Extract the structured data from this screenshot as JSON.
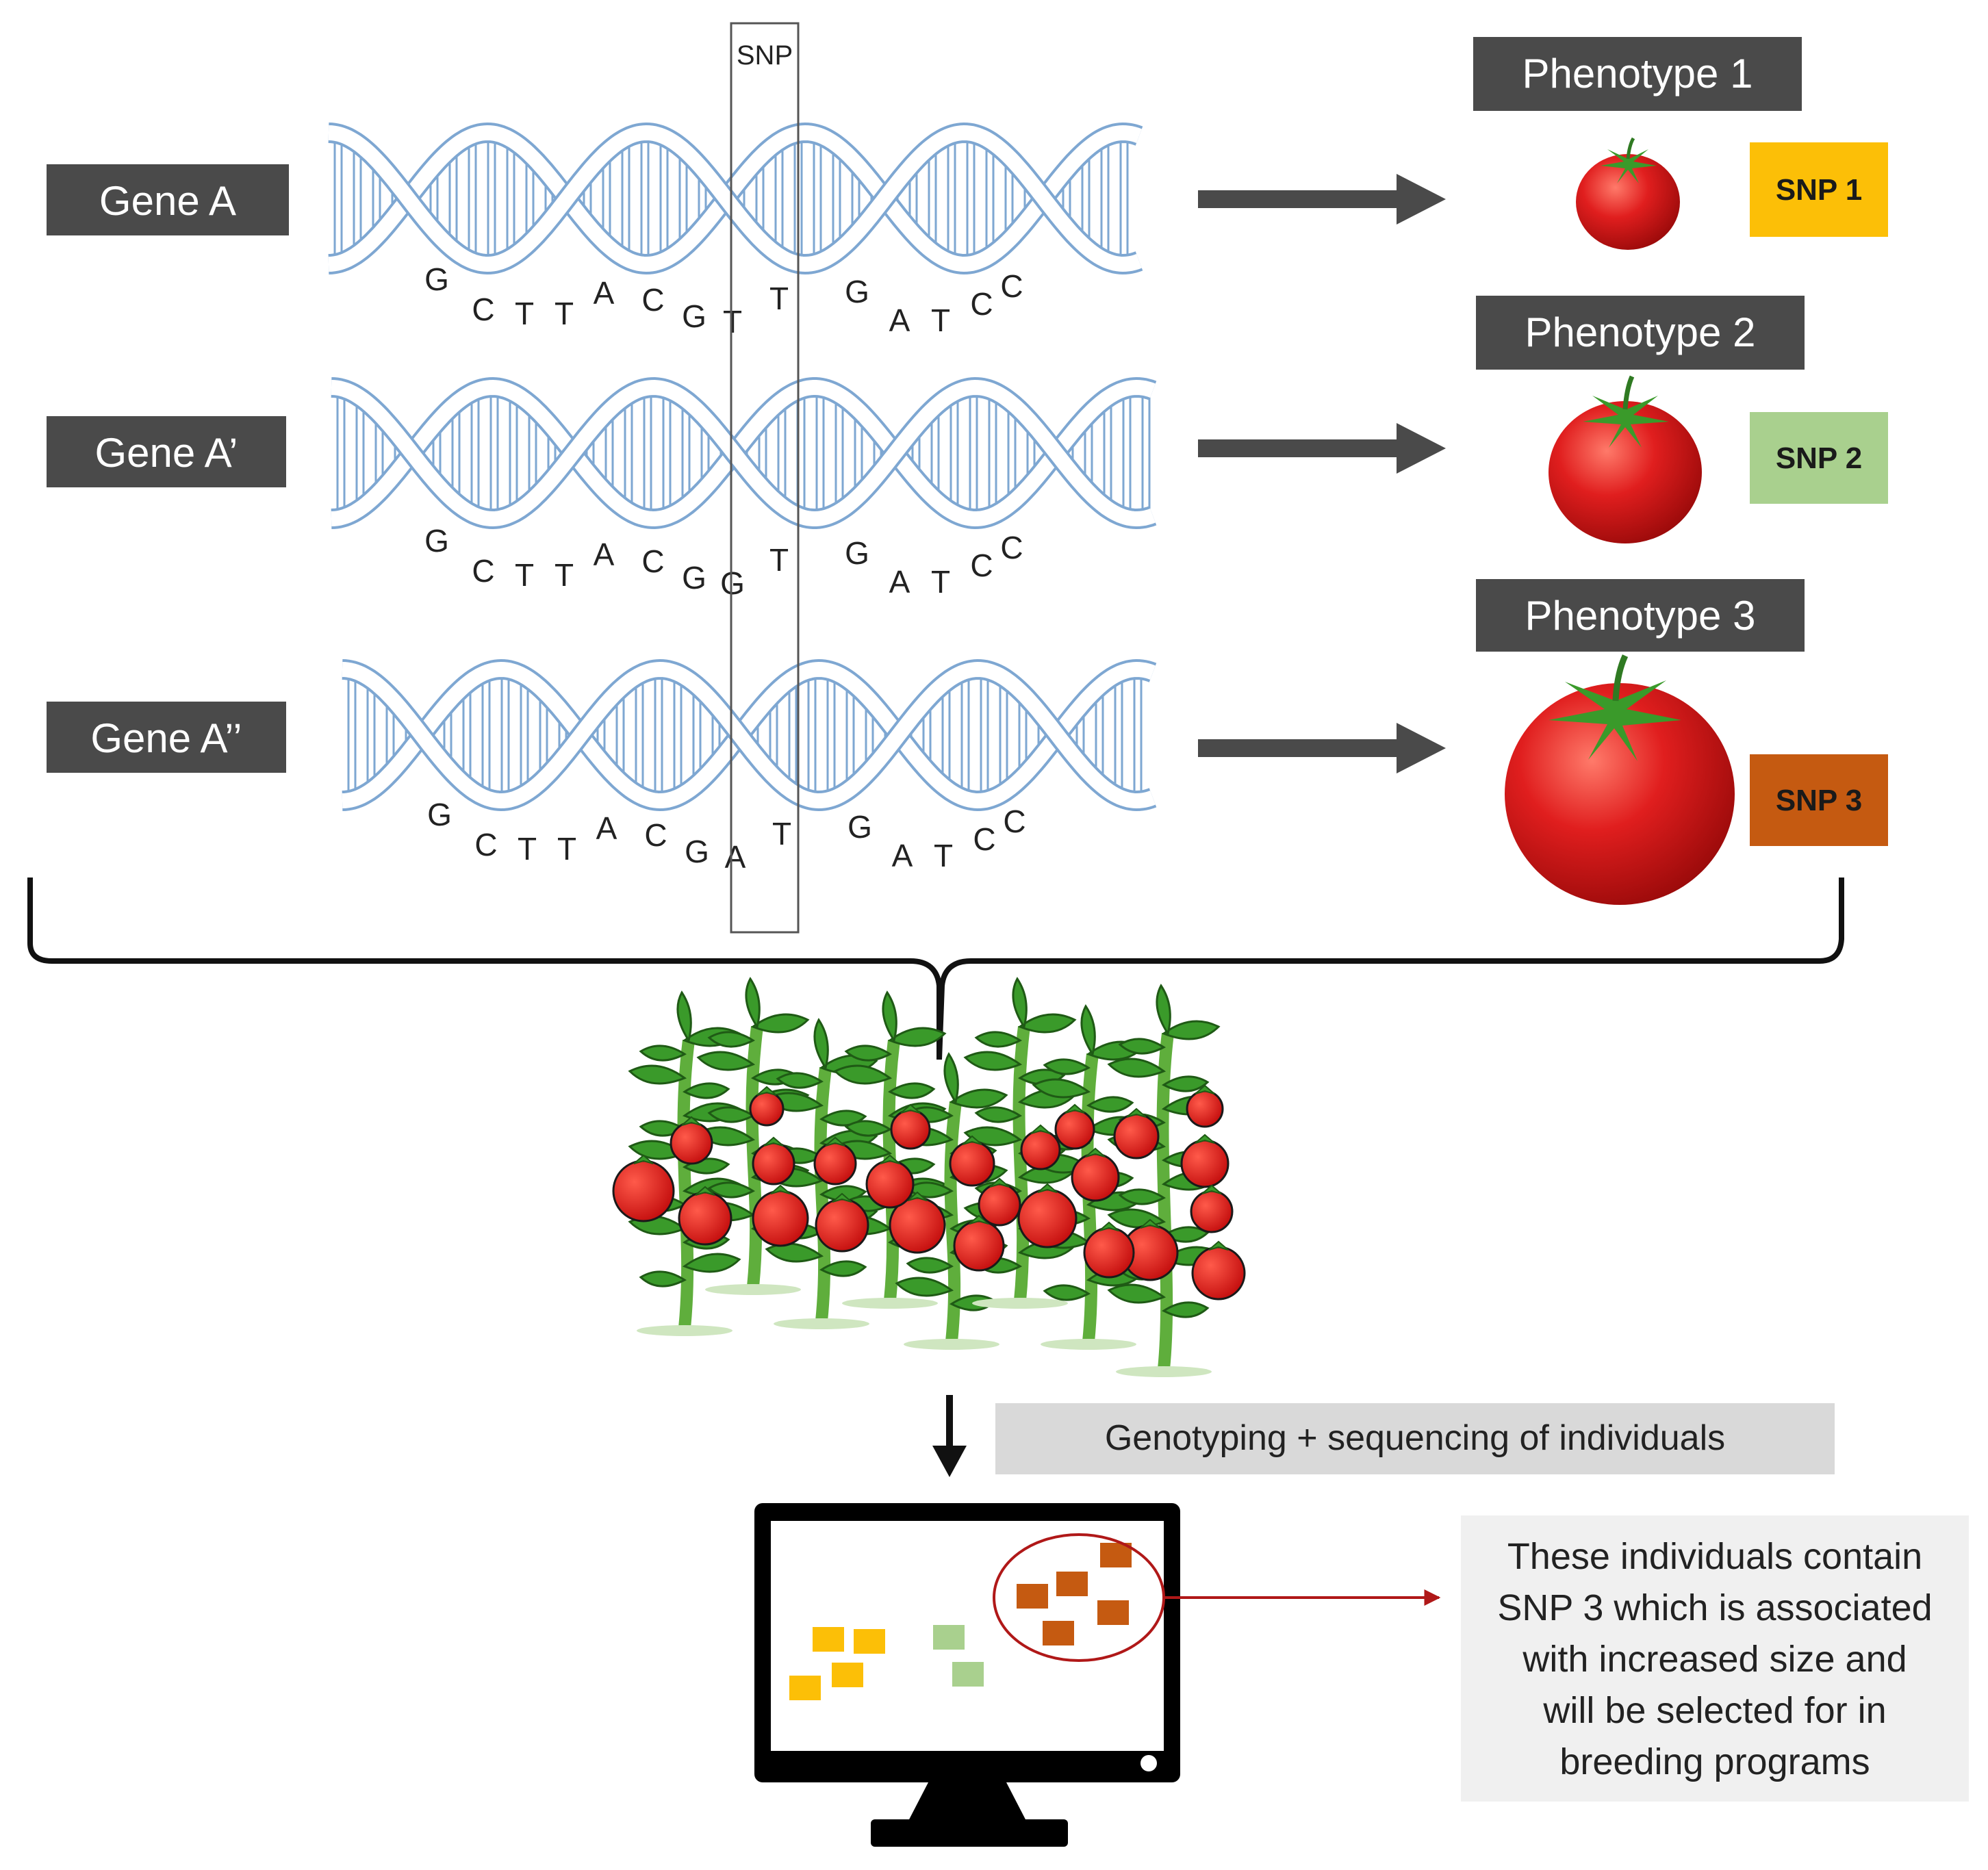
{
  "snp_box_label": "SNP",
  "colors": {
    "label_bg": "#4a4a4a",
    "helix": "#7ea7d2",
    "arrow": "#4a4a4a",
    "snp1": "#fcbf07",
    "snp2": "#a9d08e",
    "snp3": "#c55a11",
    "snp_base": "#e02020",
    "tomato": "#e01e1e",
    "leaf": "#3a9a2a"
  },
  "genes": [
    {
      "label": "Gene A",
      "bases": [
        "G",
        "C",
        "T",
        "T",
        "A",
        "C",
        "G",
        "T",
        "T",
        "G",
        "A",
        "T",
        "C",
        "C"
      ],
      "snp_index": 7,
      "phenotype": "Phenotype 1",
      "snp_tag": "SNP 1"
    },
    {
      "label": "Gene A’",
      "bases": [
        "G",
        "C",
        "T",
        "T",
        "A",
        "C",
        "G",
        "G",
        "T",
        "G",
        "A",
        "T",
        "C",
        "C"
      ],
      "snp_index": 7,
      "phenotype": "Phenotype 2",
      "snp_tag": "SNP 2"
    },
    {
      "label": "Gene A’’",
      "bases": [
        "G",
        "C",
        "T",
        "T",
        "A",
        "C",
        "G",
        "A",
        "T",
        "G",
        "A",
        "T",
        "C",
        "C"
      ],
      "snp_index": 7,
      "phenotype": "Phenotype 3",
      "snp_tag": "SNP 3"
    }
  ],
  "process_caption": "Genotyping + sequencing of individuals",
  "result_note": [
    "These individuals contain",
    "SNP 3 which is associated",
    "with increased size and",
    "will be selected for in",
    "breeding programs"
  ]
}
